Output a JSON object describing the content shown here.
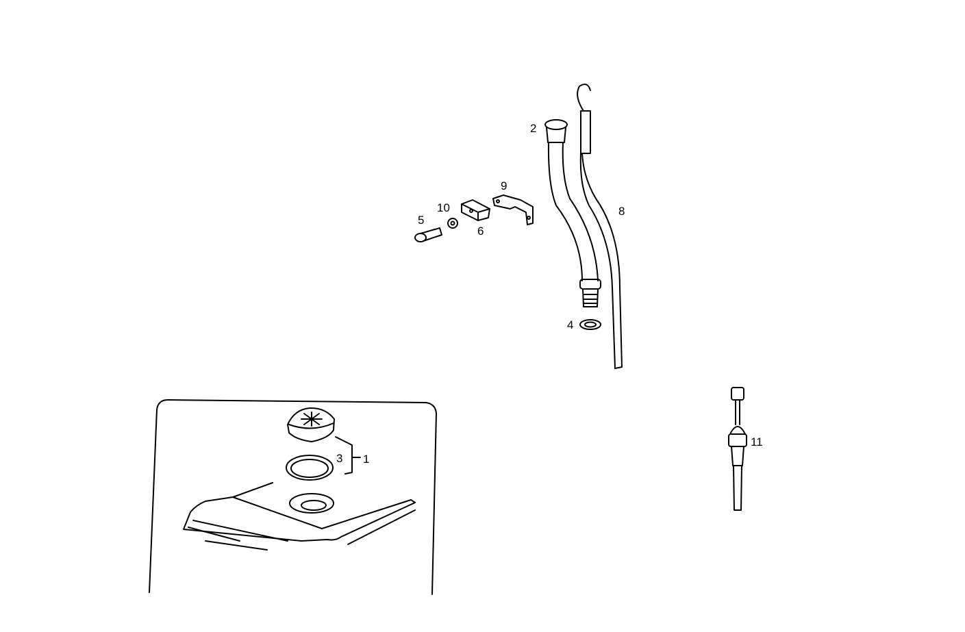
{
  "diagram": {
    "type": "exploded parts diagram",
    "callouts": [
      {
        "id": "1",
        "label": "1",
        "part": "filler cap assembly (bracket grouping cap and seal)"
      },
      {
        "id": "2",
        "label": "2",
        "part": "tube top sleeve"
      },
      {
        "id": "3",
        "label": "3",
        "part": "seal ring"
      },
      {
        "id": "4",
        "label": "4",
        "part": "washer"
      },
      {
        "id": "5",
        "label": "5",
        "part": "bolt"
      },
      {
        "id": "6",
        "label": "6",
        "part": "clamp block"
      },
      {
        "id": "8",
        "label": "8",
        "part": "dipstick"
      },
      {
        "id": "9",
        "label": "9",
        "part": "bracket"
      },
      {
        "id": "10",
        "label": "10",
        "part": "washer"
      },
      {
        "id": "11",
        "label": "11",
        "part": "sensor / switch"
      }
    ]
  }
}
